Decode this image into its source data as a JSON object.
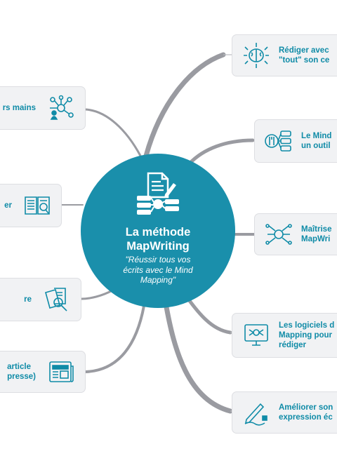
{
  "center": {
    "title": "La méthode\nMapWriting",
    "subtitle": "\"Réussir tous vos\nécrits avec le Mind\nMapping\"",
    "icon": "document-mindmap-icon"
  },
  "branches_right": [
    {
      "label": "Rédiger avec\n\"tout\" son ce",
      "icon": "brain-icon"
    },
    {
      "label": "Le Mind\nun outil",
      "icon": "tools-mindmap-icon"
    },
    {
      "label": "Maîtrise\nMapWri",
      "icon": "mindmap-network-icon"
    },
    {
      "label": "Les logiciels d\nMapping pour\nrédiger",
      "icon": "monitor-mindmap-icon"
    },
    {
      "label": "Améliorer son\nexpression éc",
      "icon": "writing-hand-icon"
    }
  ],
  "branches_left": [
    {
      "label": "rs mains",
      "icon": "team-network-icon"
    },
    {
      "label": "er",
      "icon": "book-search-icon"
    },
    {
      "label": "re",
      "icon": "documents-search-icon"
    },
    {
      "label": "article\npresse)",
      "icon": "newspaper-icon"
    }
  ],
  "colors": {
    "accent": "#1a8fab",
    "node_bg": "#f1f2f4",
    "branch": "#9a9ba1",
    "text": "#0f8ba7"
  }
}
